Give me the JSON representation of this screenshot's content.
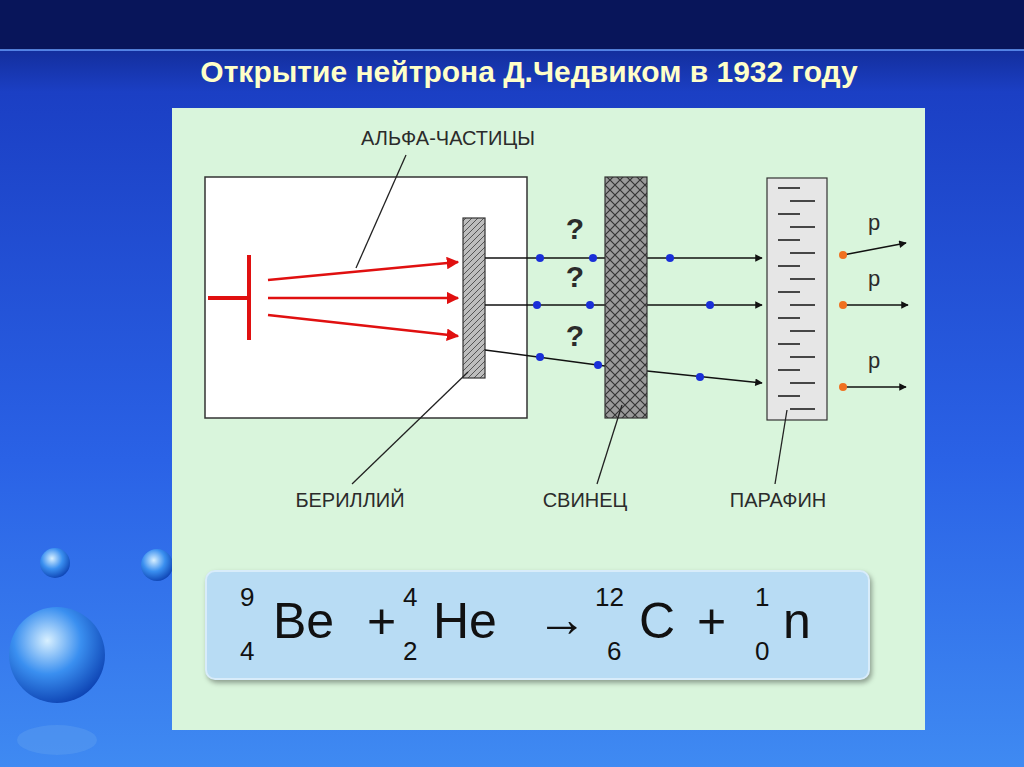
{
  "diagram": {
    "title": "Открытие нейтрона Д.Чедвиком в 1932 году",
    "nodes": [
      {
        "text": [
          "9",
          "4",
          "Be",
          "+",
          "4",
          "2",
          "He",
          "→",
          "12",
          "6",
          "C",
          "+",
          "1",
          "0",
          "n"
        ]
      }
    ],
    "labels": [
      "АЛЬФА-ЧАСТИЦЫ",
      "?",
      "?",
      "?",
      "p",
      "p",
      "p",
      "БЕРИЛЛИЙ",
      "СВИНЕЦ",
      "ПАРАФИН"
    ]
  }
}
